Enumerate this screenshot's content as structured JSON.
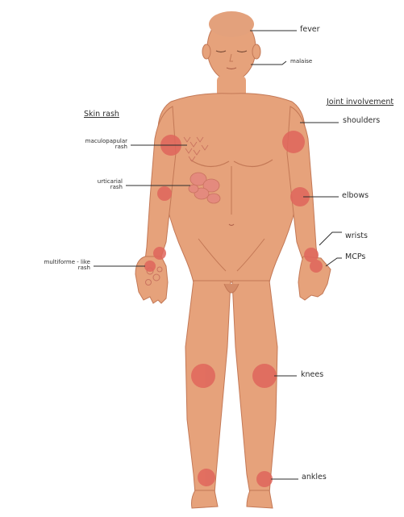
{
  "colors": {
    "skin": "#e6a27b",
    "skin_shadow": "#d58c68",
    "outline": "#c37856",
    "hair": "#e3a17c",
    "joint": "#e0665c",
    "rash": "#e48a7e",
    "line": "#2d2d2d"
  },
  "left_labels": {
    "skin_rash_heading": "Skin rash",
    "maculopapular_line1": "maculopapular",
    "maculopapular_line2": "rash",
    "urticarial_line1": "urticarial",
    "urticarial_line2": "rash",
    "multiforme_line1": "multiforme - like",
    "multiforme_line2": "rash"
  },
  "right_labels": {
    "fever": "fever",
    "malaise": "malaise",
    "joint_heading": "Joint involvement",
    "shoulders": "shoulders",
    "elbows": "elbows",
    "wrists": "wrists",
    "mcps": "MCPs",
    "knees": "knees",
    "ankles": "ankles"
  }
}
